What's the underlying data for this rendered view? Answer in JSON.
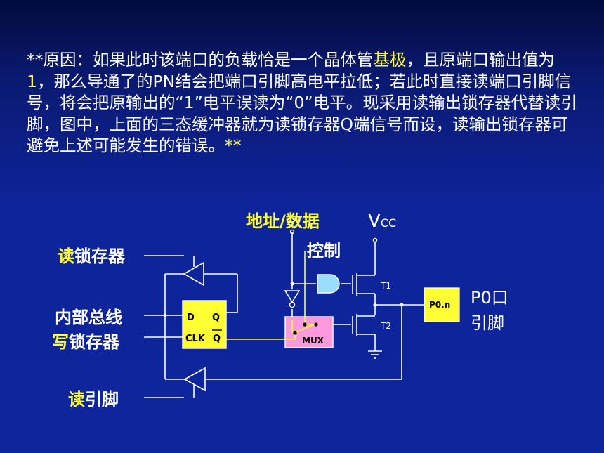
{
  "explanation": {
    "p1": "**原因：如果此时该端口的负载恰是一个晶体管",
    "p2": "基极",
    "p3": "，且原端口输出值为",
    "p4": "1",
    "p5": "，那么导通了的PN结会把端口引脚高电平拉低；若此时直接读端口引脚信号，将会把原输出的“1”电平误读为“0”电平。现采用读输出锁存器代替读引脚，图中，上面的三态缓冲器就为读锁存器Q端信号而设，读输出锁存器可避免上述可能发生的错误。",
    "p6": "**"
  },
  "labels": {
    "read_latch_hl": "读",
    "read_latch_rest": "锁存器",
    "internal_bus": "内部总线",
    "write_latch_hl": "写",
    "write_latch_rest": "锁存器",
    "read_pin_hl": "读",
    "read_pin_rest": "引脚",
    "addr_data": "地址/数据",
    "control": "控制",
    "vcc_main": "V",
    "vcc_sub": "CC",
    "port_line1": "P0口",
    "port_line2": "引脚"
  },
  "circuit": {
    "latch_d": "D",
    "latch_q": "Q",
    "latch_clk": "CLK",
    "latch_qbar": "Q",
    "mux": "MUX",
    "t1": "T1",
    "t2": "T2",
    "pin": "P0.n"
  },
  "colors": {
    "background": "#0e249a",
    "text": "#ffffff",
    "highlight": "#ffff33",
    "latch_fill": "#ffff33",
    "mux_fill": "#ff99dd",
    "gate_fill": "#99ddff",
    "pin_fill": "#ffff33"
  }
}
